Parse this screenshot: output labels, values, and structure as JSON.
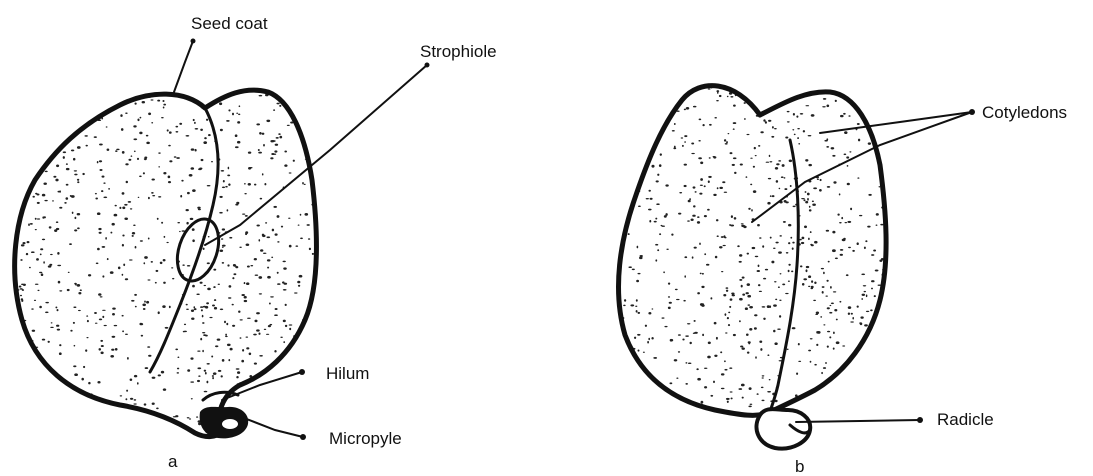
{
  "figure_a": {
    "caption": "a",
    "labels": {
      "seed_coat": "Seed coat",
      "strophiole": "Strophiole",
      "hilum": "Hilum",
      "micropyle": "Micropyle"
    }
  },
  "figure_b": {
    "caption": "b",
    "labels": {
      "cotyledons": "Cotyledons",
      "radicle": "Radicle"
    }
  },
  "colors": {
    "ink": "#111111",
    "background": "#ffffff"
  }
}
